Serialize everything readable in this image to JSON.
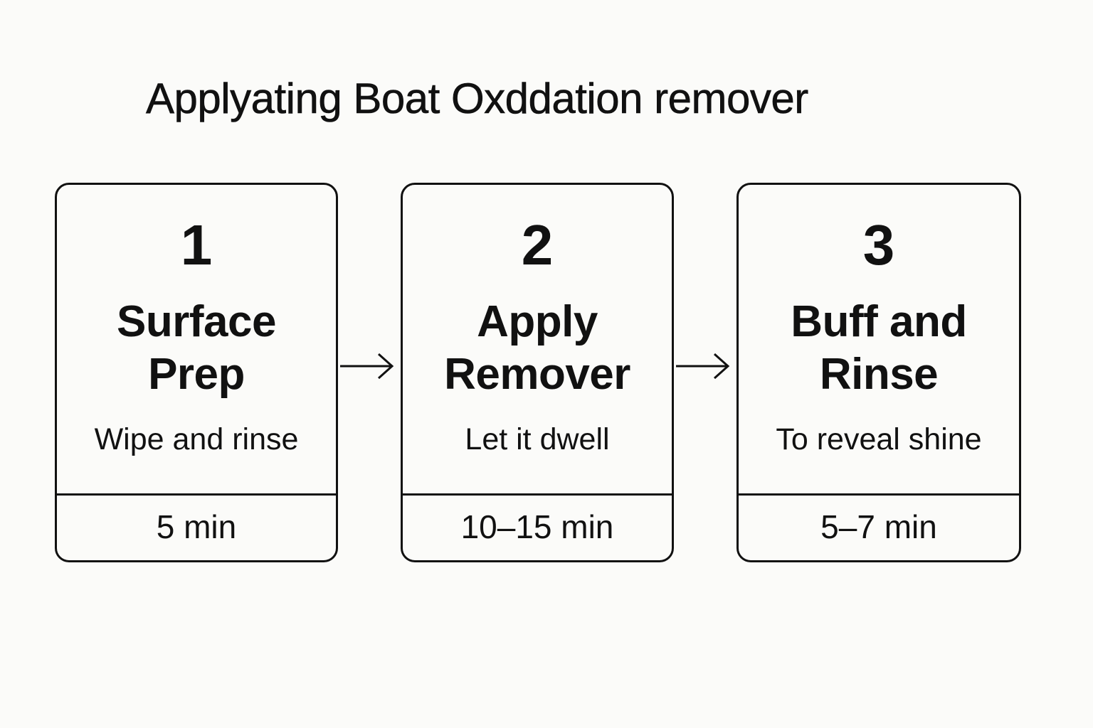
{
  "title": "Applyating Boat Oxddation remover",
  "steps": [
    {
      "number": "1",
      "title_line1": "Surface",
      "title_line2": "Prep",
      "description": "Wipe and rinse",
      "duration": "5 min"
    },
    {
      "number": "2",
      "title_line1": "Apply",
      "title_line2": "Remover",
      "description": "Let it dwell",
      "duration": "10–15 min"
    },
    {
      "number": "3",
      "title_line1": "Buff and",
      "title_line2": "Rinse",
      "description": "To reveal shine",
      "duration": "5–7 min"
    }
  ],
  "connectors": [
    "arrow-right-icon",
    "arrow-right-icon"
  ],
  "colors": {
    "background": "#fbfbf9",
    "ink": "#111111"
  }
}
